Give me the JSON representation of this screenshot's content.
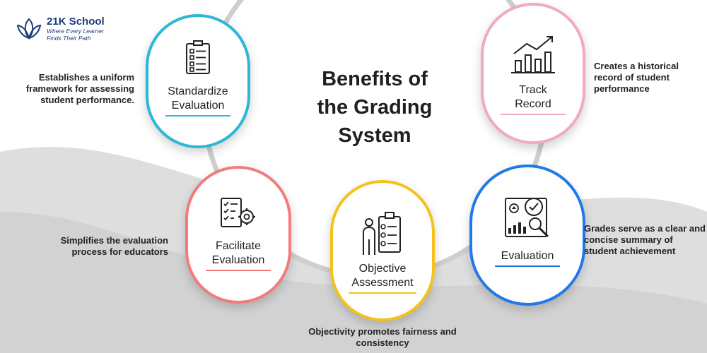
{
  "brand": {
    "name": "21K School",
    "tagline_line1": "Where Every Learner",
    "tagline_line2": "Finds Their Path"
  },
  "title": {
    "line1": "Benefits of",
    "line2": "the Grading",
    "line3": "System"
  },
  "benefits": {
    "standardize": {
      "label_line1": "Standardize",
      "label_line2": "Evaluation",
      "description": "Establishes a uniform framework for assessing student performance.",
      "color": "#2bb8d6",
      "icon": "checklist-icon"
    },
    "track": {
      "label_line1": "Track",
      "label_line2": "Record",
      "description": "Creates a historical record of student performance",
      "color": "#f2a9c2",
      "icon": "growth-chart-icon"
    },
    "facilitate": {
      "label_line1": "Facilitate",
      "label_line2": "Evaluation",
      "description": "Simplifies the evaluation process for educators",
      "color": "#f07c7c",
      "icon": "checklist-gear-icon"
    },
    "objective": {
      "label_line1": "Objective",
      "label_line2": "Assessment",
      "description": "Objectivity promotes fairness and consistency",
      "color": "#f4c21a",
      "icon": "person-clipboard-icon"
    },
    "evaluation": {
      "label_line1": "Evaluation",
      "description": "Grades serve as a clear and concise summary of student achievement",
      "color": "#1f7ae8",
      "icon": "analytics-magnifier-icon"
    }
  },
  "colors": {
    "brand_blue": "#1f3b7a",
    "background_gray": "#dedede"
  }
}
